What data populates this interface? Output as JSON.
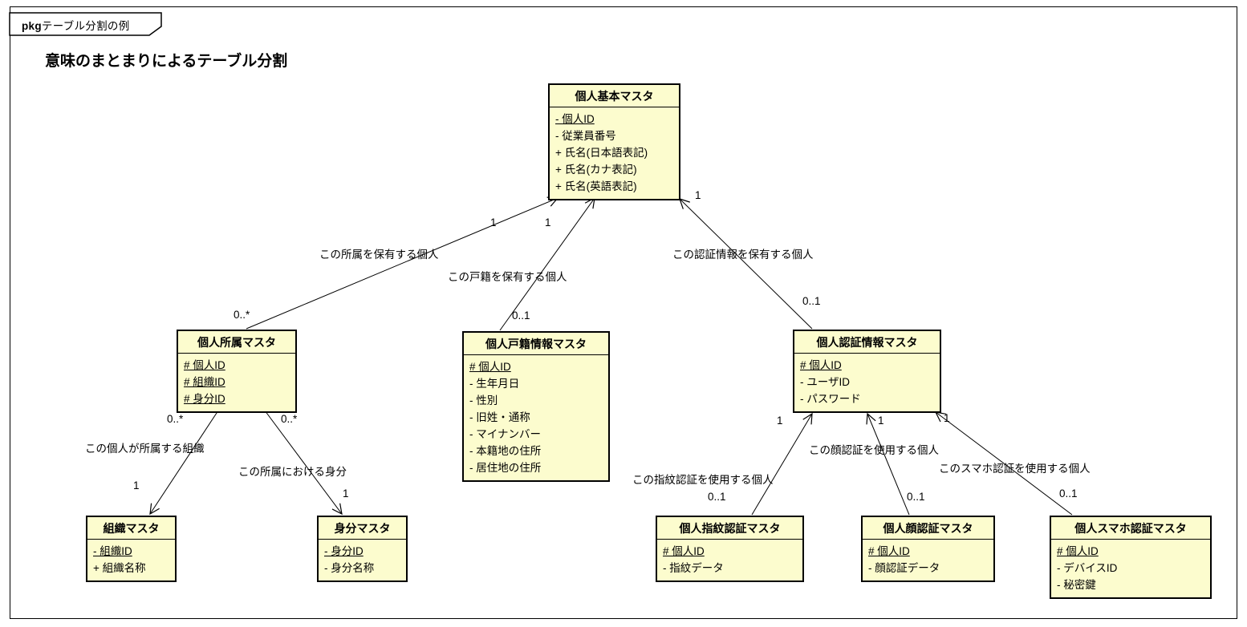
{
  "frame": {
    "keyword": "pkg",
    "name": "テーブル分割の例"
  },
  "diagram_title": "意味のまとまりによるテーブル分割",
  "colors": {
    "entity_fill": "#FCFCCE",
    "entity_border": "#000000",
    "line": "#000000",
    "background": "#FFFFFF"
  },
  "entities": [
    {
      "title": "個人基本マスタ",
      "attributes": [
        {
          "label": "- 個人ID",
          "underlined": true
        },
        {
          "label": "- 従業員番号",
          "underlined": false
        },
        {
          "label": "+ 氏名(日本語表記)",
          "underlined": false
        },
        {
          "label": "+ 氏名(カナ表記)",
          "underlined": false
        },
        {
          "label": "+ 氏名(英語表記)",
          "underlined": false
        }
      ]
    },
    {
      "title": "個人所属マスタ",
      "attributes": [
        {
          "label": "# 個人ID",
          "underlined": true
        },
        {
          "label": "# 組織ID",
          "underlined": true
        },
        {
          "label": "# 身分ID",
          "underlined": true
        }
      ]
    },
    {
      "title": "個人戸籍情報マスタ",
      "attributes": [
        {
          "label": "# 個人ID",
          "underlined": true
        },
        {
          "label": "- 生年月日",
          "underlined": false
        },
        {
          "label": "- 性別",
          "underlined": false
        },
        {
          "label": "- 旧姓・通称",
          "underlined": false
        },
        {
          "label": "- マイナンバー",
          "underlined": false
        },
        {
          "label": "- 本籍地の住所",
          "underlined": false
        },
        {
          "label": "- 居住地の住所",
          "underlined": false
        }
      ]
    },
    {
      "title": "個人認証情報マスタ",
      "attributes": [
        {
          "label": "# 個人ID",
          "underlined": true
        },
        {
          "label": "- ユーザID",
          "underlined": false
        },
        {
          "label": "- パスワード",
          "underlined": false
        }
      ]
    },
    {
      "title": "組織マスタ",
      "attributes": [
        {
          "label": "- 組織ID",
          "underlined": true
        },
        {
          "label": "+ 組織名称",
          "underlined": false
        }
      ]
    },
    {
      "title": "身分マスタ",
      "attributes": [
        {
          "label": "- 身分ID",
          "underlined": true
        },
        {
          "label": "- 身分名称",
          "underlined": false
        }
      ]
    },
    {
      "title": "個人指紋認証マスタ",
      "attributes": [
        {
          "label": "# 個人ID",
          "underlined": true
        },
        {
          "label": "- 指紋データ",
          "underlined": false
        }
      ]
    },
    {
      "title": "個人顔認証マスタ",
      "attributes": [
        {
          "label": "# 個人ID",
          "underlined": true
        },
        {
          "label": "- 顔認証データ",
          "underlined": false
        }
      ]
    },
    {
      "title": "個人スマホ認証マスタ",
      "attributes": [
        {
          "label": "# 個人ID",
          "underlined": true
        },
        {
          "label": "- デバイスID",
          "underlined": false
        },
        {
          "label": "- 秘密鍵",
          "underlined": false
        }
      ]
    }
  ],
  "edges": [
    {
      "label": "この所属を保有する個人",
      "target_multiplicity": "1",
      "source_multiplicity": "0..*"
    },
    {
      "label": "この戸籍を保有する個人",
      "target_multiplicity": "1",
      "source_multiplicity": "0..1"
    },
    {
      "label": "この認証情報を保有する個人",
      "target_multiplicity": "1",
      "source_multiplicity": "0..1"
    },
    {
      "label": "この個人が所属する組織",
      "target_multiplicity": "1",
      "source_multiplicity": "0..*"
    },
    {
      "label": "この所属における身分",
      "target_multiplicity": "1",
      "source_multiplicity": "0..*"
    },
    {
      "label": "この指紋認証を使用する個人",
      "target_multiplicity": "1",
      "source_multiplicity": "0..1"
    },
    {
      "label": "この顔認証を使用する個人",
      "target_multiplicity": "1",
      "source_multiplicity": "0..1"
    },
    {
      "label": "このスマホ認証を使用する個人",
      "target_multiplicity": "1",
      "source_multiplicity": "0..1"
    }
  ]
}
